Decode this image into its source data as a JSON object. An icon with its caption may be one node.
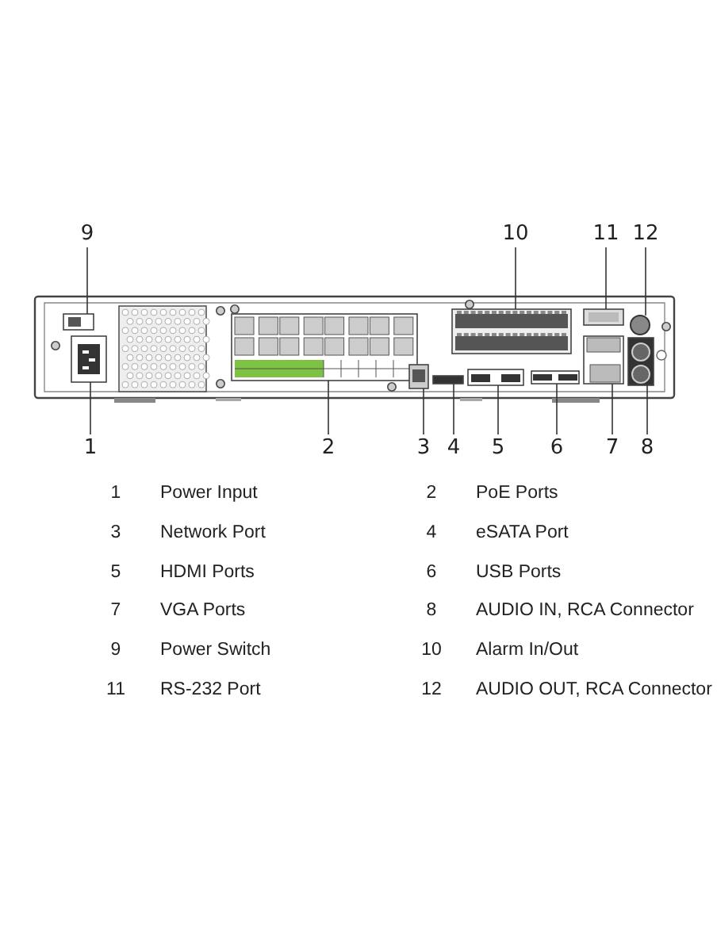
{
  "diagram": {
    "nodes": [
      {
        "text": [
          "9"
        ]
      },
      {
        "text": [
          "10"
        ]
      },
      {
        "text": [
          "11"
        ]
      },
      {
        "text": [
          "12"
        ]
      },
      {
        "text": [
          "1"
        ]
      },
      {
        "text": [
          "2"
        ]
      },
      {
        "text": [
          "3"
        ]
      },
      {
        "text": [
          "4"
        ]
      },
      {
        "text": [
          "5"
        ]
      },
      {
        "text": [
          "6"
        ]
      },
      {
        "text": [
          "7"
        ]
      },
      {
        "text": [
          "8"
        ]
      },
      {
        "text": [],
        "shape": "box"
      },
      {
        "text": [],
        "shape": "bar"
      },
      {
        "text": [],
        "shape": "box"
      },
      {
        "text": [],
        "shape": "circle"
      },
      {
        "text": [],
        "shape": "box"
      },
      {
        "text": [],
        "shape": "box"
      },
      {
        "text": [],
        "shape": "box"
      },
      {
        "text": [],
        "shape": "box"
      },
      {
        "text": [],
        "shape": "box"
      },
      {
        "text": [],
        "shape": "box"
      },
      {
        "text": [],
        "shape": "box"
      },
      {
        "text": [],
        "shape": "box"
      }
    ],
    "edges": [
      {
        "from": 0,
        "to": 12,
        "arrow": "none"
      },
      {
        "from": 1,
        "to": 13,
        "arrow": "none"
      },
      {
        "from": 2,
        "to": 14,
        "arrow": "none"
      },
      {
        "from": 3,
        "to": 15,
        "arrow": "none"
      },
      {
        "from": 4,
        "to": 16,
        "arrow": "none"
      },
      {
        "from": 5,
        "to": 17,
        "arrow": "none"
      },
      {
        "from": 6,
        "to": 18,
        "arrow": "none"
      },
      {
        "from": 7,
        "to": 19,
        "arrow": "none"
      },
      {
        "from": 8,
        "to": 20,
        "arrow": "none"
      },
      {
        "from": 9,
        "to": 21,
        "arrow": "none"
      },
      {
        "from": 10,
        "to": 22,
        "arrow": "none"
      },
      {
        "from": 11,
        "to": 23,
        "arrow": "none"
      }
    ],
    "labels": [
      "1",
      "Power Input",
      "2",
      "PoE Ports",
      "3",
      "Network Port",
      "4",
      "eSATA Port",
      "5",
      "HDMI Ports",
      "6",
      "USB Ports",
      "7",
      "VGA Ports",
      "8",
      "AUDIO IN, RCA Connector",
      "9",
      "Power Switch",
      "10",
      "Alarm In/Out",
      "11",
      "RS-232 Port",
      "12",
      "AUDIO OUT, RCA Connector"
    ]
  }
}
